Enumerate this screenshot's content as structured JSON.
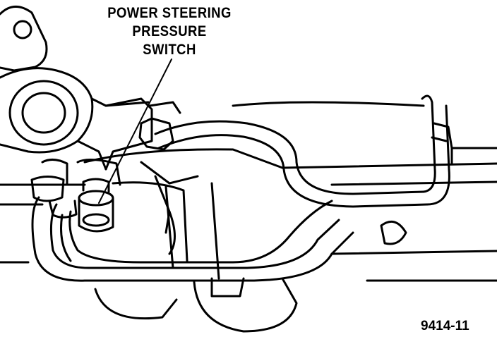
{
  "diagram": {
    "callout": {
      "line1": "POWER STEERING",
      "line2": "PRESSURE",
      "line3": "SWITCH"
    },
    "figure_id": "9414-11",
    "ink_color": "#000000",
    "paper_color": "#ffffff"
  }
}
